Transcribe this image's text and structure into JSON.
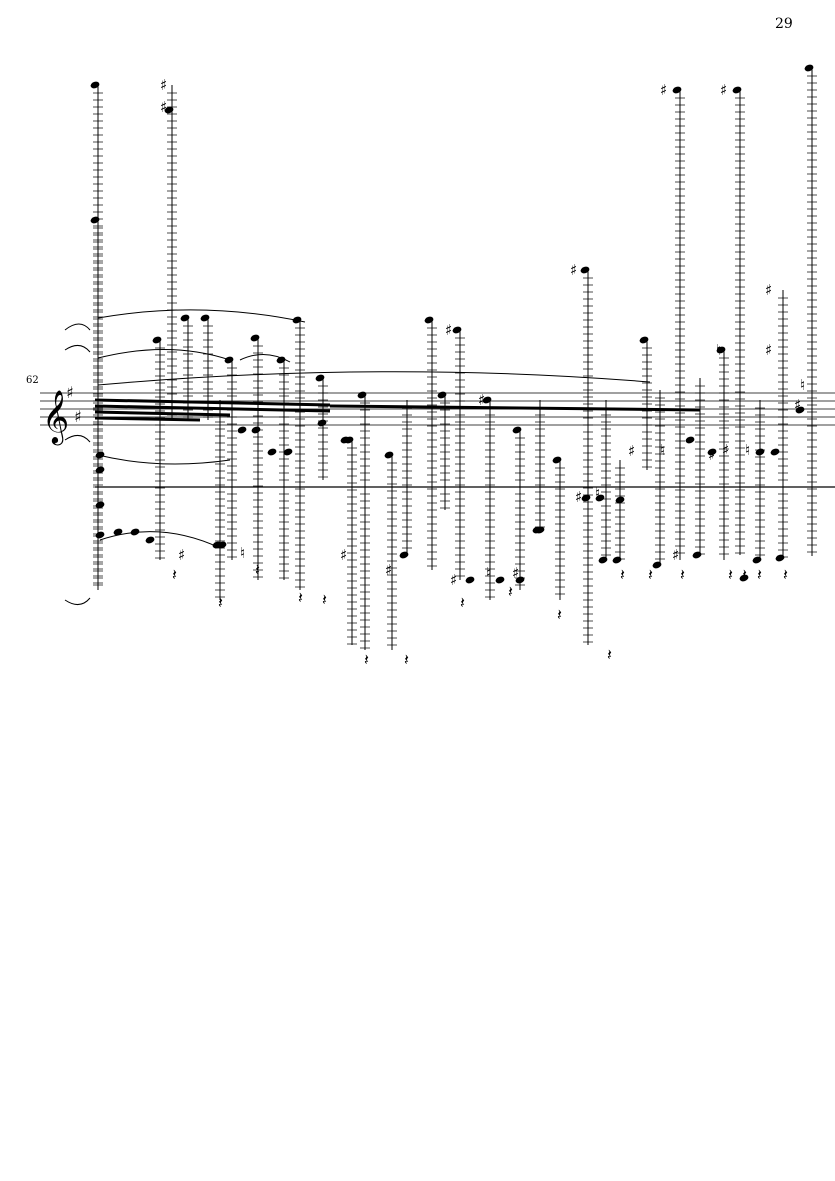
{
  "page": {
    "number": "29"
  },
  "system": {
    "measure_number": "62"
  },
  "score": {
    "clef": "treble-clef",
    "key_signature": "F# C# (2 sharps)",
    "accidental_symbols": {
      "sharp": "♯",
      "natural": "♮"
    },
    "colors": {
      "ink": "#000000",
      "paper": "#ffffff"
    }
  }
}
